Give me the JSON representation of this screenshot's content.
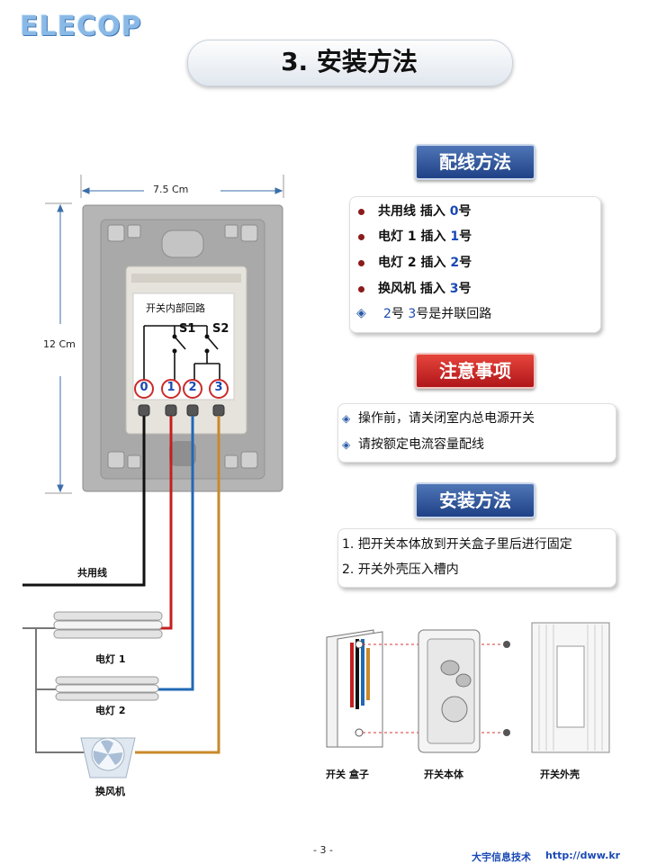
{
  "brand": "ELECOP",
  "page_title": "3. 安装方法",
  "diagram": {
    "width_label": "7.5 Cm",
    "height_label": "12 Cm",
    "inner_circuit_label": "开关内部回路",
    "s1": "S1",
    "s2": "S2",
    "terminals": [
      "0",
      "1",
      "2",
      "3"
    ],
    "common_wire": "共用线",
    "lamp1": "电灯 1",
    "lamp2": "电灯 2",
    "fan": "换风机"
  },
  "wiring": {
    "heading": "配线方法",
    "lines": [
      {
        "pre": "共用线 插入 ",
        "num": "0",
        "post": "号"
      },
      {
        "pre": "电灯 1 插入 ",
        "num": "1",
        "post": "号"
      },
      {
        "pre": "电灯 2 插入 ",
        "num": "2",
        "post": "号"
      },
      {
        "pre": "换风机 插入 ",
        "num": "3",
        "post": "号"
      }
    ],
    "note": {
      "num1": "2",
      "mid": "号 ",
      "num2": "3",
      "post": "号是并联回路"
    }
  },
  "caution": {
    "heading": "注意事项",
    "items": [
      "操作前，请关闭室内总电源开关",
      "请按额定电流容量配线"
    ]
  },
  "install": {
    "heading": "安装方法",
    "steps": [
      "1. 把开关本体放到开关盒子里后进行固定",
      "2. 开关外壳压入槽内"
    ],
    "captions": [
      "开关 盒子",
      "开关本体",
      "开关外壳"
    ]
  },
  "footer": {
    "page_number": "- 3 -",
    "company": "大宇信息技术",
    "url": "http://dww.kr"
  }
}
